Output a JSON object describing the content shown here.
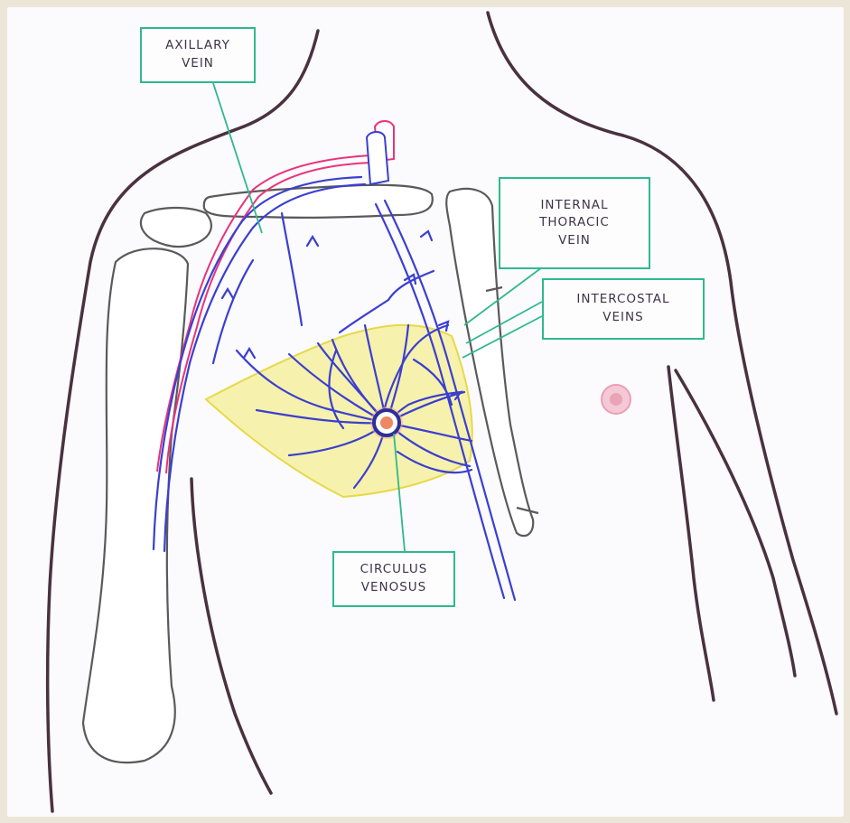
{
  "diagram": {
    "labels": {
      "axillary_vein": [
        "AXILLARY",
        "VEIN"
      ],
      "internal_thoracic_vein": [
        "INTERNAL",
        "THORACIC",
        "VEIN"
      ],
      "intercostal_veins": [
        "INTERCOSTAL",
        "VEINS"
      ],
      "circulus_venosus": [
        "CIRCULUS",
        "VENOSUS"
      ]
    },
    "colors": {
      "outline": "#4a3140",
      "vein": "#3a3fd0",
      "artery": "#e8337a",
      "breast": "#f2ea6a",
      "label_border": "#2fb98c",
      "bone": "#5a5a5a"
    }
  }
}
